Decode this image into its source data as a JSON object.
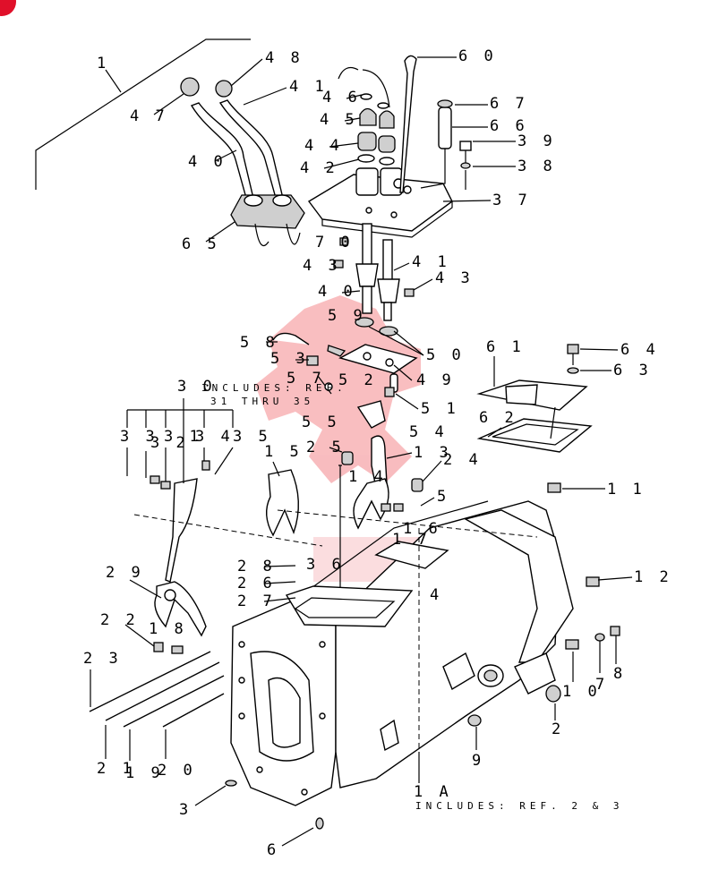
{
  "colors": {
    "badge": "#e0102a",
    "watermark": "#e8141c"
  },
  "callouts": {
    "c1": "1",
    "c47": "4 7",
    "c48": "4 8",
    "c41a": "4 1",
    "c40a": "4 0",
    "c65": "6 5",
    "c46": "4 6",
    "c45": "4 5",
    "c44": "4 4",
    "c42": "4 2",
    "c60": "6 0",
    "c67": "6 7",
    "c66": "6 6",
    "c39": "3 9",
    "c38": "3 8",
    "c37": "3 7",
    "c70": "7 0",
    "c43a": "4 3",
    "c41b": "4 1",
    "c43b": "4 3",
    "c40b": "4 0",
    "c59": "5 9",
    "c58": "5 8",
    "c53": "5 3",
    "c50": "5 0",
    "c57": "5 7",
    "c52": "5 2",
    "c49": "4 9",
    "c51": "5 1",
    "c55": "5 5",
    "c54": "5 4",
    "c61": "6 1",
    "c64": "6 4",
    "c63": "6 3",
    "c62": "6 2",
    "c30": "3 0",
    "c33": "3 3",
    "c32": "3 2",
    "c31": "3 1",
    "c34": "3 4",
    "c35": "3 5",
    "c25": "2 5",
    "c13": "1 3",
    "c24": "2 4",
    "c15": "1 5",
    "c14": "1 4",
    "c5": "5",
    "c16": "1 6",
    "c11": "1 1",
    "c12": "1 2",
    "c28": "2 8",
    "c26": "2 6",
    "c27": "2 7",
    "c36": "3 6",
    "c29": "2 9",
    "c22": "2 2",
    "c18": "1 8",
    "c23": "2 3",
    "c21": "2 1",
    "c19": "1 9",
    "c20": "2 0",
    "c10": "1 0",
    "c7": "7",
    "c8": "8",
    "c2": "2",
    "c9": "9",
    "c3": "3",
    "c6": "6",
    "c1A": "1 A",
    "c4": "4",
    "c17": "1 7"
  },
  "notes": {
    "includes_ref31": "INCLUDES: REF.",
    "includes_ref31b": "31 THRU 35",
    "includes_ref23": "INCLUDES: REF. 2 & 3"
  }
}
